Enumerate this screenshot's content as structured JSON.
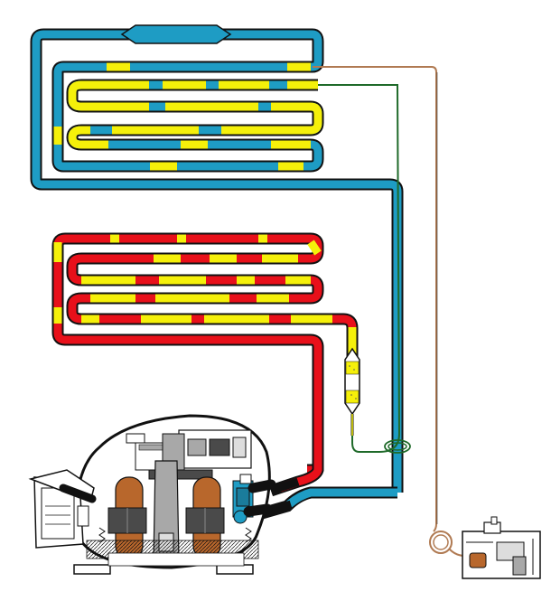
{
  "diagram": {
    "title": "",
    "components": [
      {
        "id": "evaporator",
        "name": "evaporator-coil"
      },
      {
        "id": "condenser",
        "name": "condenser-coil"
      },
      {
        "id": "filter_drier",
        "name": "filter-drier"
      },
      {
        "id": "capillary_tube",
        "name": "capillary-tube"
      },
      {
        "id": "compressor",
        "name": "hermetic-compressor"
      },
      {
        "id": "thermostat",
        "name": "thermostat"
      }
    ],
    "colors": {
      "low_pressure_vapor": "#1e9cc4",
      "liquid_refrigerant": "#f5f00a",
      "high_pressure_vapor": "#e8101a",
      "capillary": "#b07a52",
      "capillary_green": "#1f6a2a",
      "outline": "#111111",
      "motor_winding": "#b8672c",
      "stator": "#4a4a4a",
      "casing": "#ffffff",
      "internal_grey": "#a8a8a8"
    }
  }
}
